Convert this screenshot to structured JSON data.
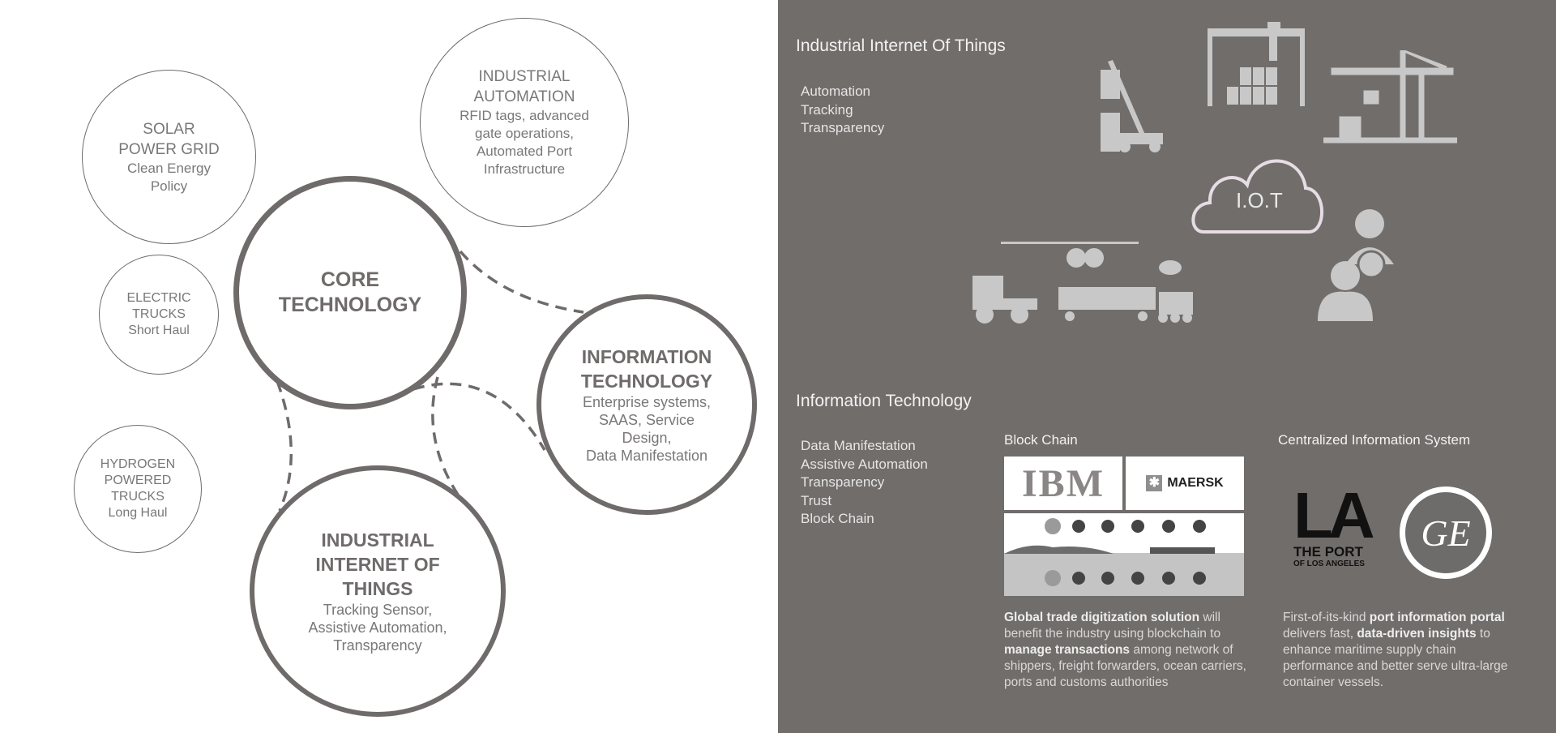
{
  "left_diagram": {
    "core": {
      "title": "CORE TECHNOLOGY",
      "title_lines": [
        "CORE",
        "TECHNOLOGY"
      ]
    },
    "information_technology": {
      "title_lines": [
        "INFORMATION",
        "TECHNOLOGY"
      ],
      "sub_lines": [
        "Enterprise systems,",
        "SAAS, Service",
        "Design,",
        "Data Manifestation"
      ]
    },
    "iiot": {
      "title_lines": [
        "INDUSTRIAL",
        "INTERNET OF",
        "THINGS"
      ],
      "sub_lines": [
        "Tracking Sensor,",
        "Assistive Automation,",
        "Transparency"
      ]
    },
    "solar": {
      "title_lines": [
        "SOLAR",
        "POWER GRID"
      ],
      "sub_lines": [
        "Clean Energy",
        "Policy"
      ]
    },
    "industrial_automation": {
      "title_lines": [
        "INDUSTRIAL",
        "AUTOMATION"
      ],
      "sub_lines": [
        "RFID tags, advanced",
        "gate operations,",
        "Automated Port",
        "Infrastructure"
      ]
    },
    "electric_trucks": {
      "title_lines": [
        "ELECTRIC",
        "TRUCKS"
      ],
      "sub_lines": [
        "Short Haul"
      ]
    },
    "hydrogen_trucks": {
      "title_lines": [
        "HYDROGEN",
        "POWERED",
        "TRUCKS"
      ],
      "sub_lines": [
        "Long Haul"
      ]
    }
  },
  "iiot_panel": {
    "heading": "Industrial Internet Of Things",
    "items": [
      "Automation",
      "Tracking",
      "Transparency"
    ],
    "cloud_label": "I.O.T",
    "icons": [
      "reach-stacker-icon",
      "gantry-crane-icon",
      "ship-to-shore-crane-icon",
      "cloud-icon",
      "chassis-trailer-icon",
      "truck-icon",
      "train-icon",
      "worker-dollar-icon",
      "driver-icon"
    ]
  },
  "it_panel": {
    "heading": "Information Technology",
    "items": [
      "Data Manifestation",
      "Assistive Automation",
      "Transparency",
      "Trust",
      "Block Chain"
    ],
    "blockchain": {
      "heading": "Block Chain",
      "logos": [
        "IBM",
        "MAERSK"
      ],
      "desc": [
        {
          "t": "Global trade digitization solution",
          "b": true
        },
        {
          "t": " will benefit the industry using blockchain to ",
          "b": false
        },
        {
          "t": "manage transactions",
          "b": true
        },
        {
          "t": " among network of shippers, freight forwarders, ocean carriers, ports and customs authorities",
          "b": false
        }
      ]
    },
    "centralized": {
      "heading": "Centralized Information System",
      "logos": [
        "LA",
        "THE PORT",
        "OF LOS ANGELES",
        "GE"
      ],
      "desc": [
        {
          "t": "First-of-its-kind ",
          "b": false
        },
        {
          "t": "port information portal",
          "b": true
        },
        {
          "t": " delivers fast, ",
          "b": false
        },
        {
          "t": "data-driven insights",
          "b": true
        },
        {
          "t": " to enhance maritime supply chain performance and better serve ultra-large container vessels.",
          "b": false
        }
      ]
    }
  },
  "colors": {
    "right_bg": "#716d6b",
    "circle_stroke": "#6f6b6a",
    "icon_fill": "#c8c8c8",
    "cloud_stroke": "#e6dce4"
  }
}
